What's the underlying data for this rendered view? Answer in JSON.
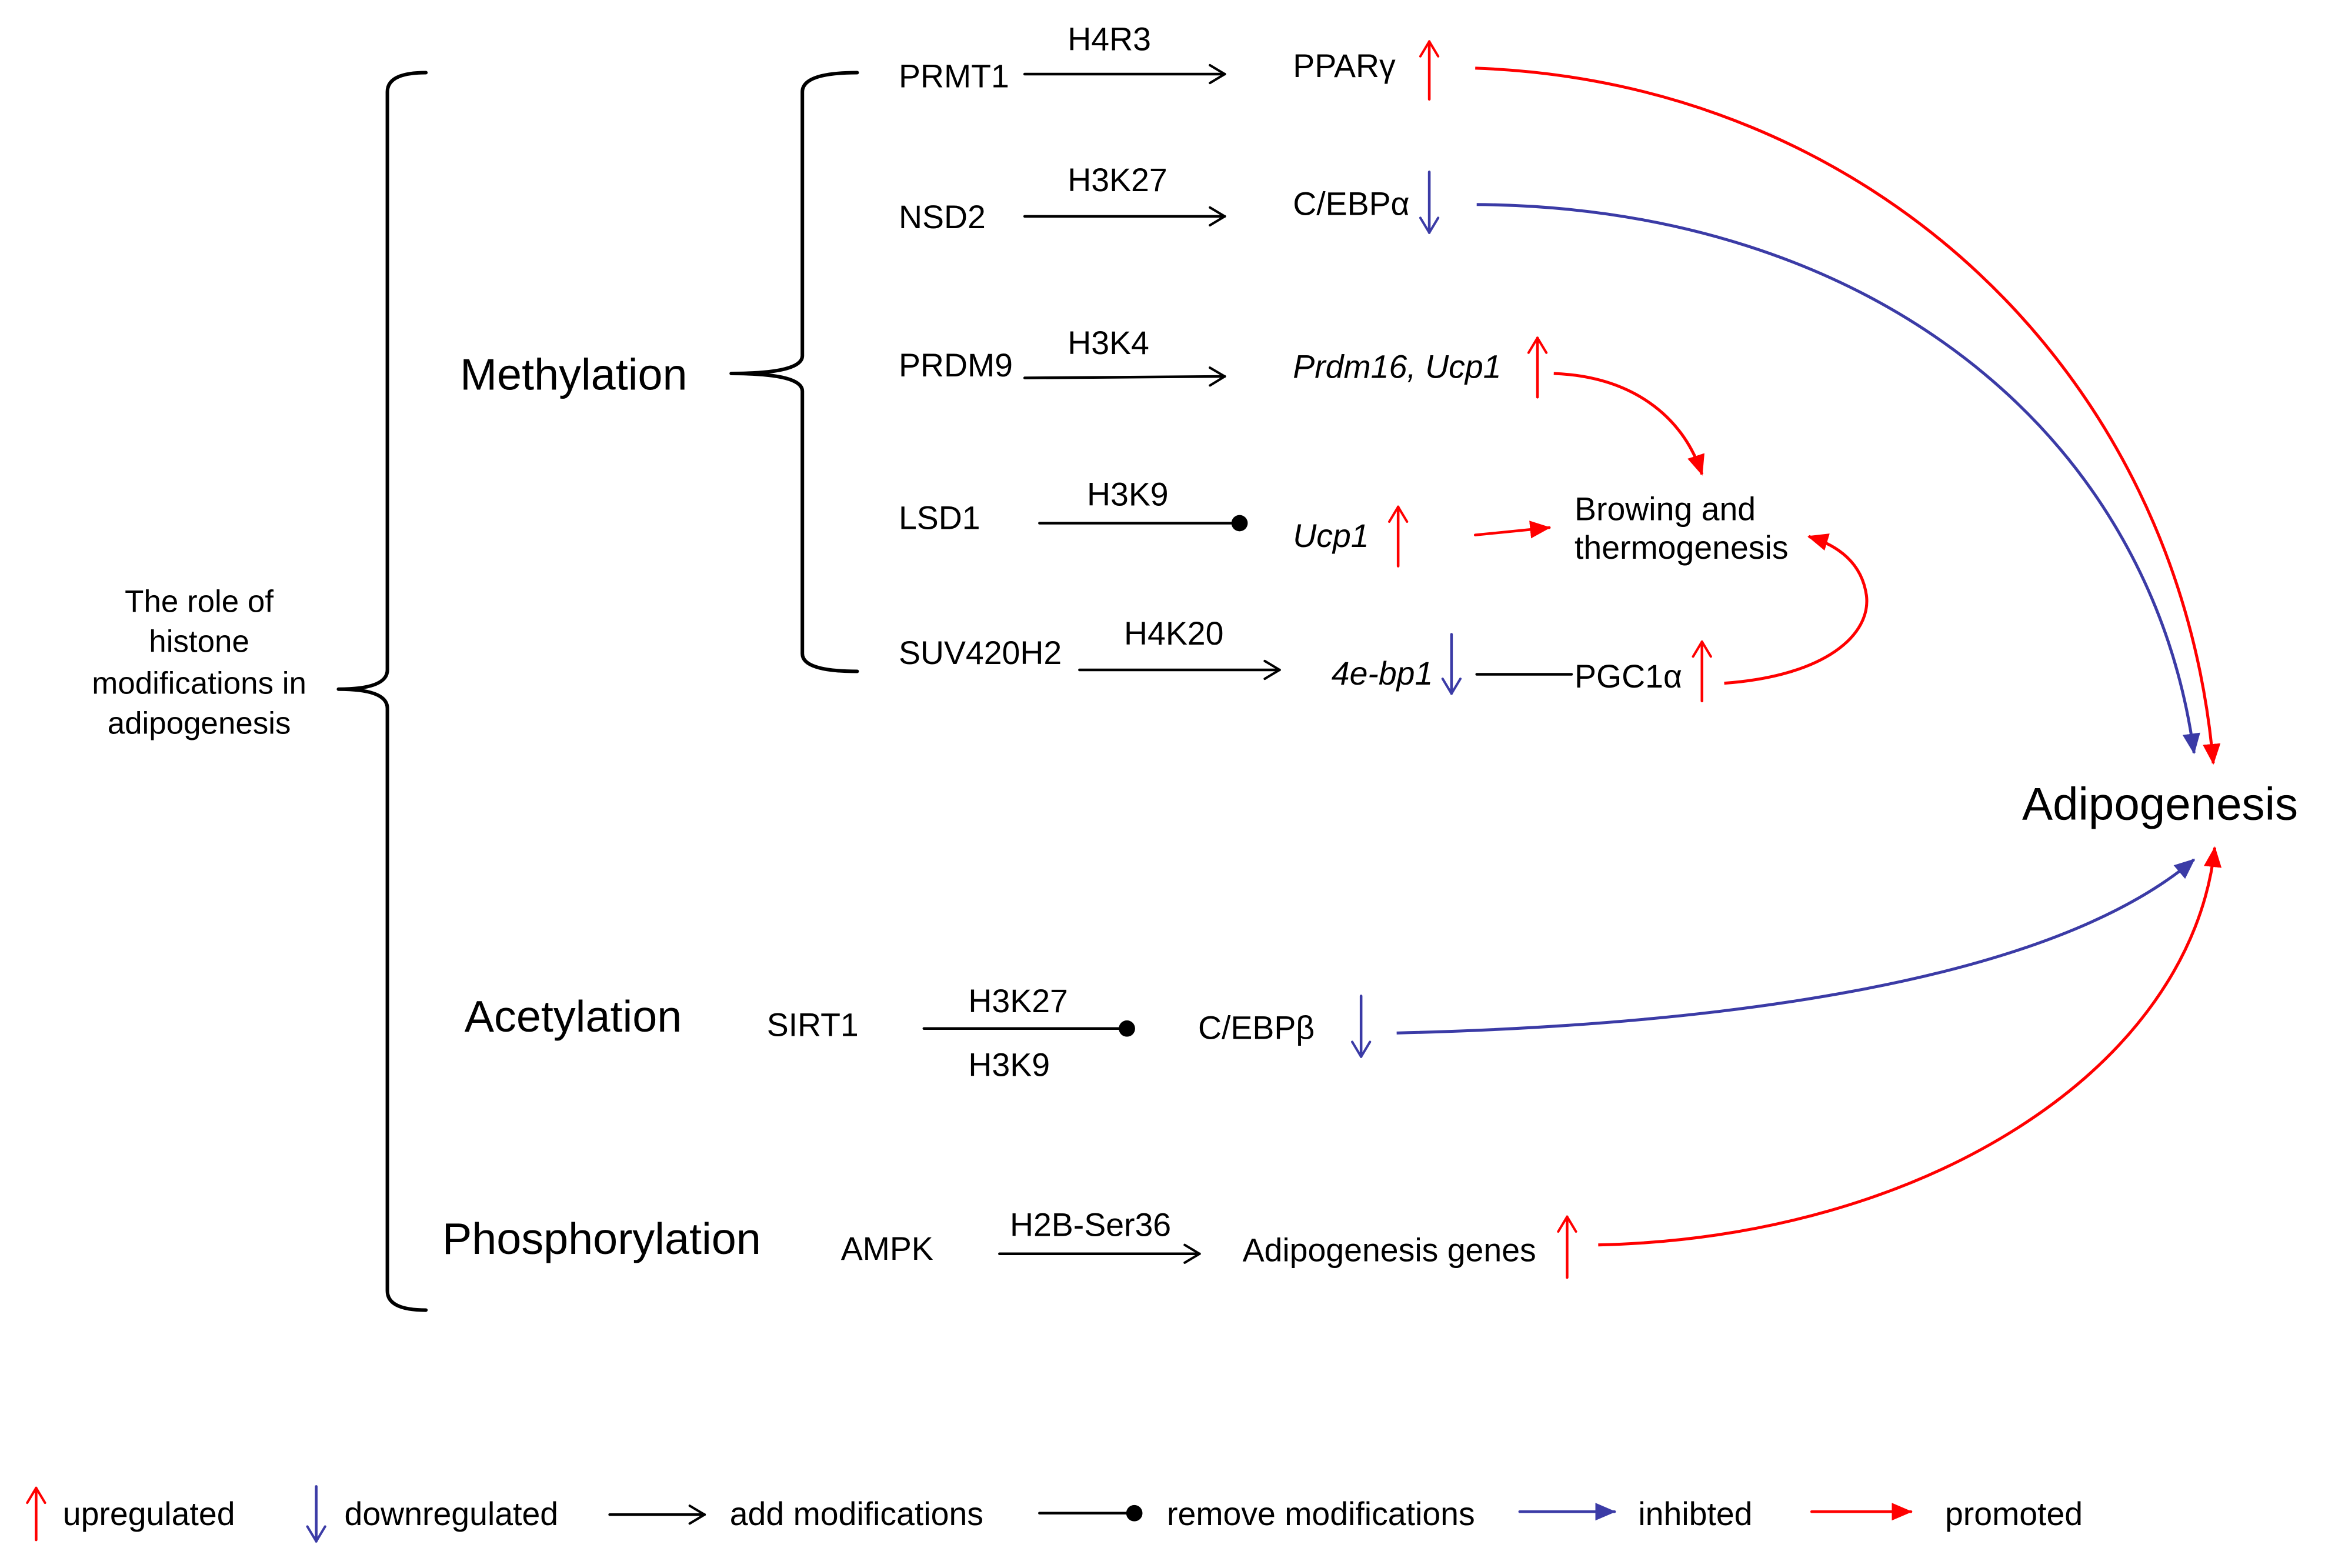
{
  "diagram": {
    "root_label_lines": [
      "The role of",
      "histone",
      "modifications in",
      "adipogenesis"
    ],
    "outcome": "Adipogenesis"
  },
  "methylation": {
    "label": "Methylation",
    "rows": [
      {
        "enzyme": "PRMT1",
        "mark": "H4R3",
        "link_icon": "add-modification-arrow-icon",
        "target": "PPARγ",
        "regulation_icon": "up-arrow-icon"
      },
      {
        "enzyme": "NSD2",
        "mark": "H3K27",
        "link_icon": "add-modification-arrow-icon",
        "target": "C/EBPα",
        "regulation_icon": "down-arrow-icon"
      },
      {
        "enzyme": "PRDM9",
        "mark": "H3K4",
        "link_icon": "add-modification-arrow-icon",
        "target": "Prdm16, Ucp1",
        "regulation_icon": "up-arrow-icon"
      },
      {
        "enzyme": "LSD1",
        "mark": "H3K9",
        "link_icon": "remove-modification-dot-icon",
        "target": "Ucp1",
        "regulation_icon": "up-arrow-icon"
      },
      {
        "enzyme": "SUV420H2",
        "mark": "H4K20",
        "link_icon": "add-modification-arrow-icon",
        "target": "4e-bp1",
        "regulation_icon": "down-arrow-icon",
        "downstream": "PGC1α",
        "downstream_regulation_icon": "up-arrow-icon"
      }
    ],
    "browning_lines": [
      "Browing and",
      "thermogenesis"
    ]
  },
  "acetylation": {
    "label": "Acetylation",
    "enzyme": "SIRT1",
    "marks": [
      "H3K27",
      "H3K9"
    ],
    "link_icon": "remove-modification-dot-icon",
    "target": "C/EBPβ",
    "regulation_icon": "down-arrow-icon"
  },
  "phosphorylation": {
    "label": "Phosphorylation",
    "enzyme": "AMPK",
    "mark": "H2B-Ser36",
    "link_icon": "add-modification-arrow-icon",
    "target": "Adipogenesis genes",
    "regulation_icon": "up-arrow-icon"
  },
  "legend": [
    {
      "icon": "up-arrow-icon",
      "label": "upregulated"
    },
    {
      "icon": "down-arrow-icon",
      "label": "downregulated"
    },
    {
      "icon": "add-modification-arrow-icon",
      "label": "add modifications"
    },
    {
      "icon": "remove-modification-dot-icon",
      "label": "remove modifications"
    },
    {
      "icon": "inhibited-arrow-icon",
      "label": "inhibted"
    },
    {
      "icon": "promoted-arrow-icon",
      "label": "promoted"
    }
  ],
  "colors": {
    "upregulated": "#ff0000",
    "downregulated": "#3b3ba6",
    "modification": "#000000",
    "inhibited": "#3b3ba6",
    "promoted": "#ff0000"
  }
}
